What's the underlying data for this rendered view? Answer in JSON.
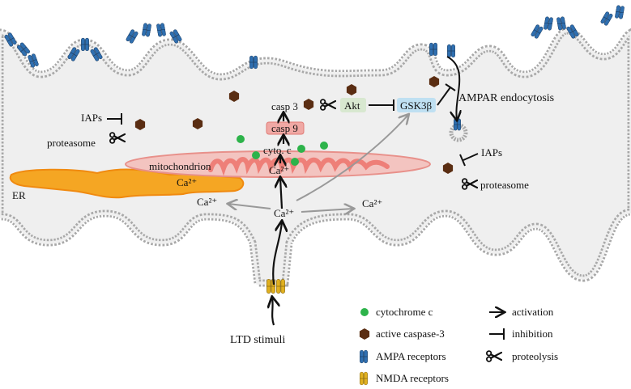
{
  "labels": {
    "er": "ER",
    "mitochondrion": "mitochondrion",
    "ca_er": "Ca²⁺",
    "ca_mito": "Ca²⁺",
    "ca_center": "Ca²⁺",
    "ca_left": "Ca²⁺",
    "ca_right": "Ca²⁺",
    "cyto_c": "cyto. c",
    "casp9": "casp 9",
    "casp3": "casp 3",
    "akt": "Akt",
    "gsk3b": "GSK3β",
    "ampar_endocytosis": "AMPAR endocytosis",
    "iaps_left": "IAPs",
    "proteasome_left": "proteasome",
    "iaps_right": "IAPs",
    "proteasome_right": "proteasome",
    "ltd_stimuli": "LTD stimuli"
  },
  "legend": {
    "cytochrome": "cytochrome c",
    "caspase": "active caspase-3",
    "ampa": "AMPA receptors",
    "nmda": "NMDA receptors",
    "activation": "activation",
    "inhibition": "inhibition",
    "proteolysis": "proteolysis"
  },
  "colors": {
    "cytoplasm": "#efefef",
    "membrane": "#a8a8a8",
    "er": "#f5a623",
    "mitochondrion": "#f3c4c0",
    "cristae": "#ee7f78",
    "cytochrome": "#2db34a",
    "caspase": "#5a2d12",
    "ampa": "#2f6fb0",
    "nmda": "#e0b020",
    "casp_box": "#f0a8a4",
    "akt_box": "#d8e8d0",
    "gsk_box": "#bfe0f2"
  }
}
